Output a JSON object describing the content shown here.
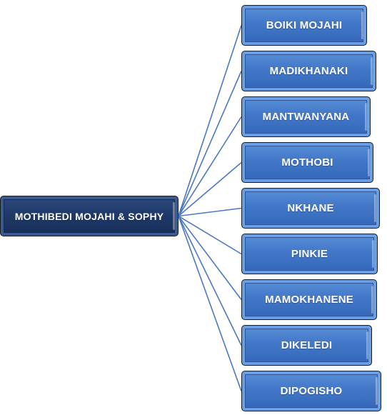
{
  "diagram": {
    "line_color": "#4a78c2",
    "root": {
      "label": "MOTHIBEDI MOJAHI & SOPHY",
      "color": "#1f3a6a"
    },
    "child_color": "#4277c8",
    "children": [
      {
        "label": "BOIKI MOJAHI"
      },
      {
        "label": "MADIKHANAKI"
      },
      {
        "label": "MANTWANYANA"
      },
      {
        "label": "MOTHOBI"
      },
      {
        "label": "NKHANE"
      },
      {
        "label": "PINKIE"
      },
      {
        "label": "MAMOKHANENE"
      },
      {
        "label": "DIKELEDI"
      },
      {
        "label": "DIPOGISHO"
      }
    ]
  }
}
